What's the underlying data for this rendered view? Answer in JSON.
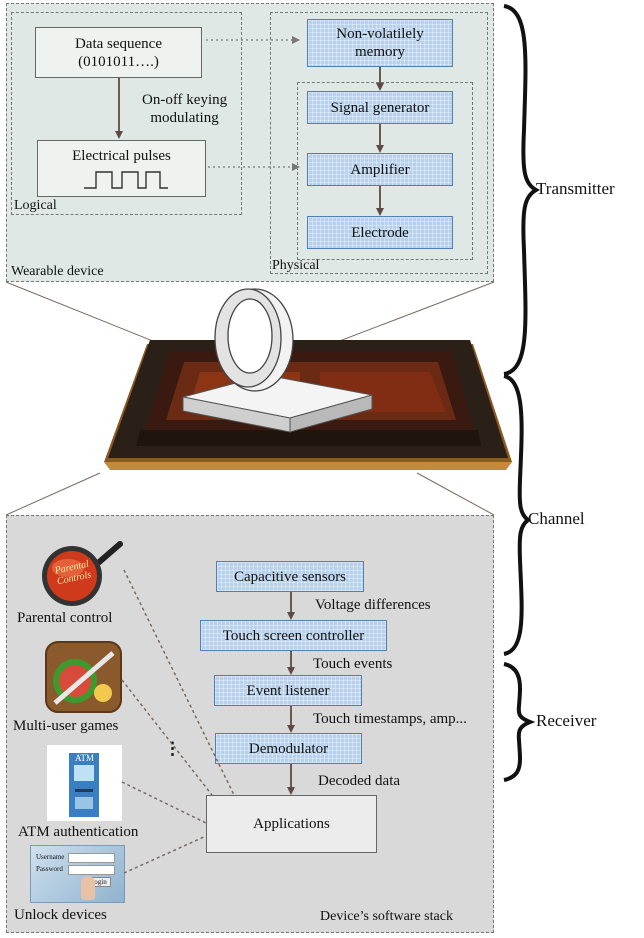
{
  "transmitter": {
    "logical_label": "Logical",
    "physical_label": "Physical",
    "wearable_label": "Wearable device",
    "data_sequence_line1": "Data sequence",
    "data_sequence_line2": "(0101011….)",
    "ook_line1": "On-off keying",
    "ook_line2": "modulating",
    "electrical_pulses": "Electrical pulses",
    "nonvolatile_line1": "Non-volatilely",
    "nonvolatile_line2": "memory",
    "signal_generator": "Signal generator",
    "amplifier": "Amplifier",
    "electrode": "Electrode"
  },
  "receiver": {
    "capacitive_sensors": "Capacitive sensors",
    "voltage_differences": "Voltage differences",
    "touch_screen_controller": "Touch screen controller",
    "touch_events": "Touch events",
    "event_listener": "Event listener",
    "touch_timestamps": "Touch timestamps, amp...",
    "demodulator": "Demodulator",
    "decoded_data": "Decoded data",
    "applications": "Applications",
    "software_stack_label": "Device’s software stack"
  },
  "apps": {
    "parental_control": "Parental control",
    "parental_logo_line1": "Parental",
    "parental_logo_line2": "Controls",
    "multi_user_games": "Multi-user games",
    "ellipsis": "⋮",
    "atm_authentication": "ATM authentication",
    "atm_sign": "ATM",
    "unlock_devices": "Unlock devices",
    "unlock_username": "Username",
    "unlock_password": "Password",
    "unlock_button": "Login"
  },
  "braces": {
    "transmitter": "Transmitter",
    "channel": "Channel",
    "receiver": "Receiver"
  },
  "colors": {
    "wearable_panel_bg": "#dfe8e4",
    "stack_panel_bg": "#d9d9d9",
    "blue_box": "#b7d0ec",
    "arrow": "#6b5a50"
  },
  "icons": {
    "ring": "ring-device-icon",
    "tablet": "tablet-icon",
    "parental": "magnifier-icon",
    "game": "fruit-game-icon",
    "atm": "atm-icon",
    "unlock": "login-screen-icon"
  }
}
